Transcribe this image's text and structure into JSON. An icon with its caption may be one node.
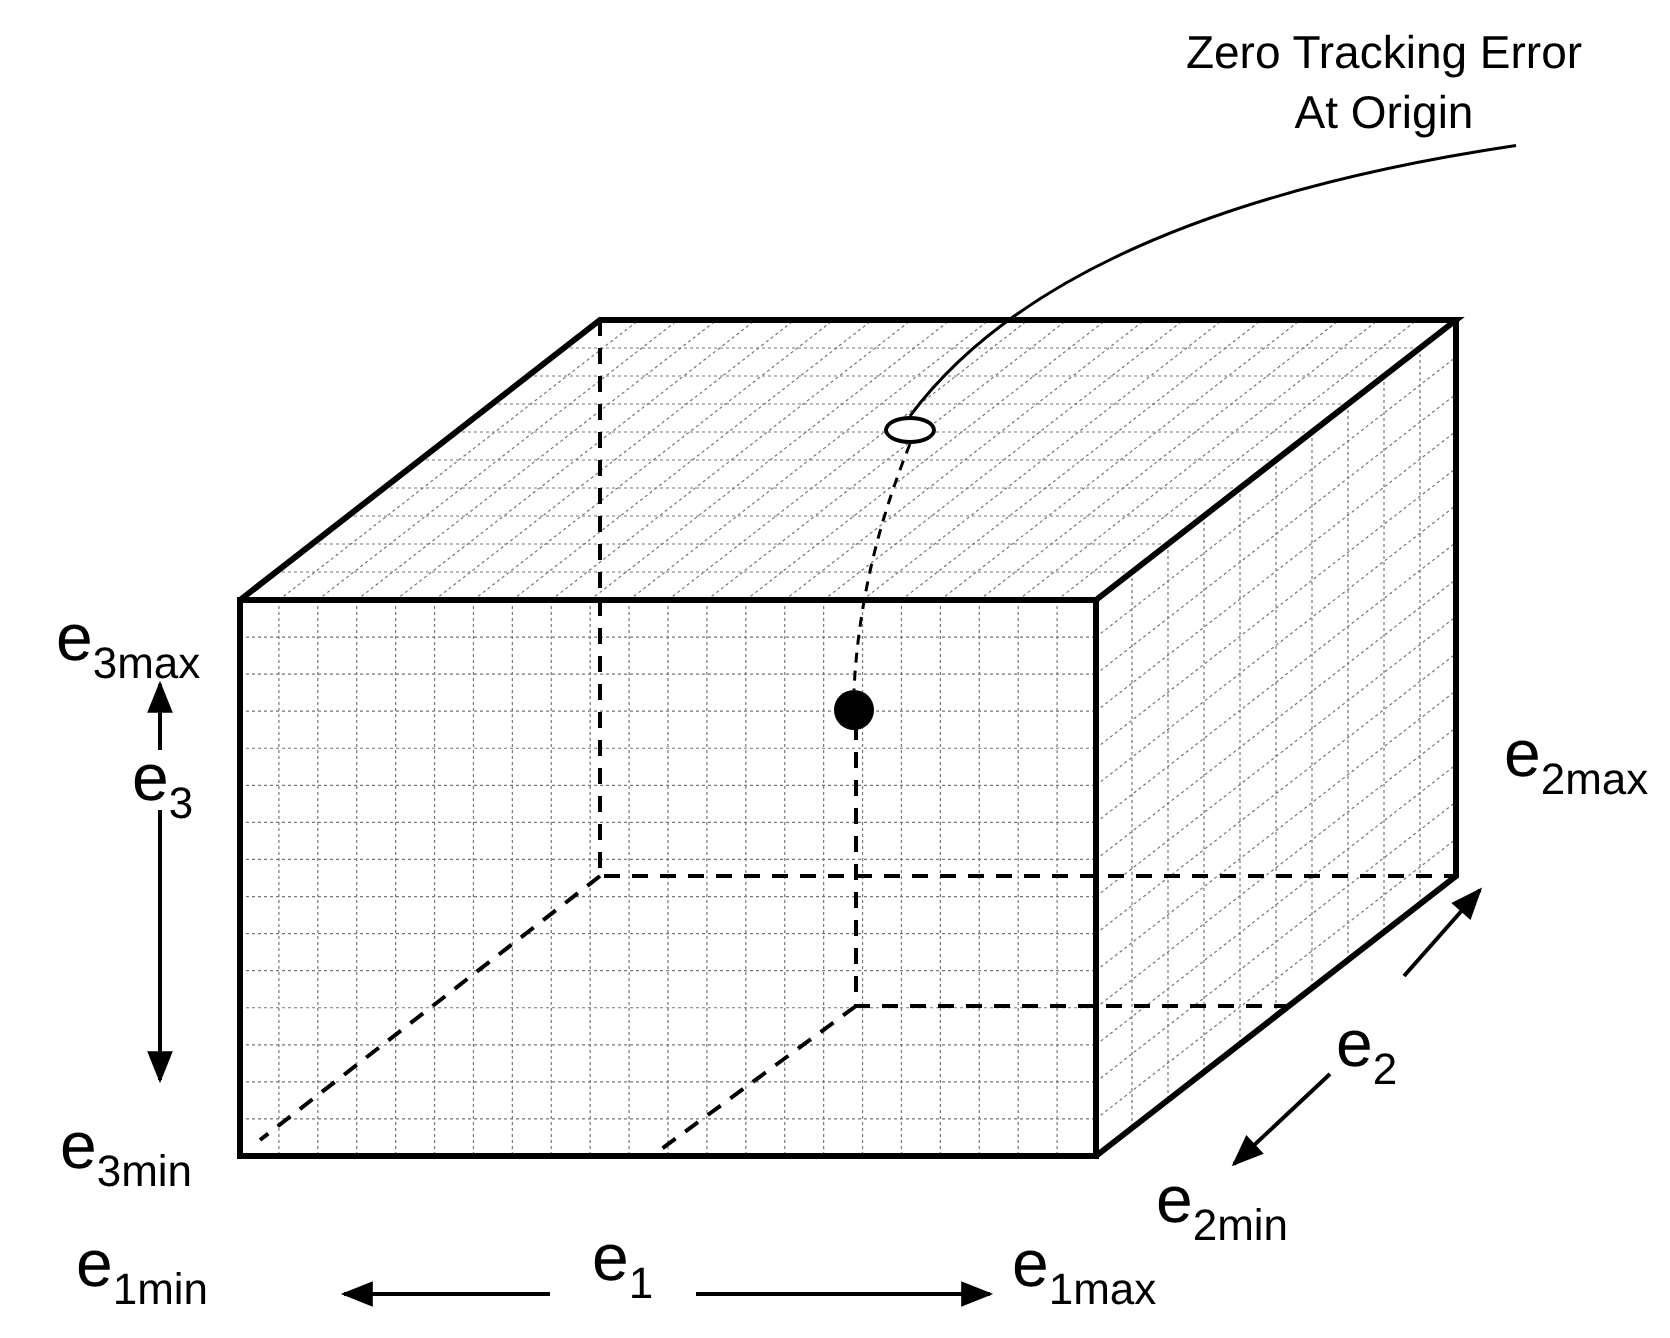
{
  "diagram": {
    "nodes": [
      {
        "text": [
          "Zero Tracking Error At Origin"
        ]
      },
      {
        "text": [],
        "shape": "circle"
      },
      {
        "text": [],
        "shape": "circle"
      }
    ],
    "edges": [
      {
        "from": 0,
        "to": 1,
        "arrow": "none"
      },
      {
        "from": 1,
        "to": 2,
        "arrow": "none",
        "style": "dashed"
      }
    ],
    "labels": [
      "e$_{3max}$",
      "e$_{2max}$",
      "e$_{3}$",
      "e$_{2}$",
      "e$_{3min}$",
      "e$_{2min}$",
      "e$_{1min}$",
      "e$_{1}$",
      "e$_{1max}$"
    ]
  }
}
